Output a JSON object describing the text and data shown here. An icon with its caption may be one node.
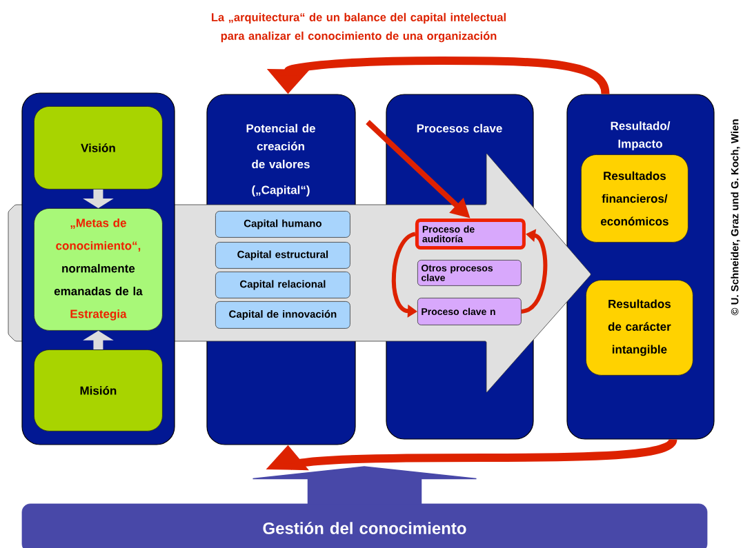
{
  "diagram": {
    "title": "La „arquitectura“ de un balance del capital intelectual para analizar el conocimiento de una organización",
    "nodes": [
      {
        "text": [],
        "shape": "box"
      },
      {
        "text": [
          "Visión"
        ],
        "in": 0
      },
      {
        "text": [
          "„Metas de conocimiento“,",
          "normalmente emanadas de la",
          "Estrategia"
        ],
        "in": 0
      },
      {
        "text": [
          "Misión"
        ],
        "in": 0
      },
      {
        "text": [
          "Potencial de creación de valores",
          "(„Capital“)"
        ]
      },
      {
        "text": [
          "Capital humano"
        ],
        "in": 4
      },
      {
        "text": [
          "Capital estructural"
        ],
        "in": 4
      },
      {
        "text": [
          "Capital relacional"
        ],
        "in": 4
      },
      {
        "text": [
          "Capital de innovación"
        ],
        "in": 4
      },
      {
        "text": [
          "Procesos clave"
        ]
      },
      {
        "text": [
          "Proceso de auditoría"
        ],
        "in": 9
      },
      {
        "text": [
          "Otros procesos clave"
        ],
        "in": 9
      },
      {
        "text": [
          "Proceso clave n"
        ],
        "in": 9
      },
      {
        "text": [
          "Resultado/ Impacto"
        ]
      },
      {
        "text": [
          "Resultados financieros/ económicos"
        ],
        "in": 13
      },
      {
        "text": [
          "Resultados de carácter intangible"
        ],
        "in": 13
      },
      {
        "text": [
          "Gestión del conocimiento"
        ]
      }
    ],
    "edges": [
      {
        "from": 1,
        "to": 2,
        "arrow": "to",
        "color": "#dcdcdc"
      },
      {
        "from": 3,
        "to": 2,
        "arrow": "to",
        "color": "#dcdcdc"
      },
      {
        "from": 13,
        "to": 4,
        "arrow": "to"
      },
      {
        "from": 13,
        "to": 4,
        "arrow": "to"
      },
      {
        "from": null,
        "to": 10,
        "arrow": "to"
      },
      {
        "from": 10,
        "to": 12,
        "arrow": "to"
      },
      {
        "from": 12,
        "to": 10,
        "arrow": "to"
      },
      {
        "from": 16,
        "to": null,
        "arrow": "to",
        "style": "thick",
        "color": "#4848a8"
      }
    ],
    "labels": [
      "© U. Schneider, Graz und G. Koch, Wien"
    ]
  }
}
